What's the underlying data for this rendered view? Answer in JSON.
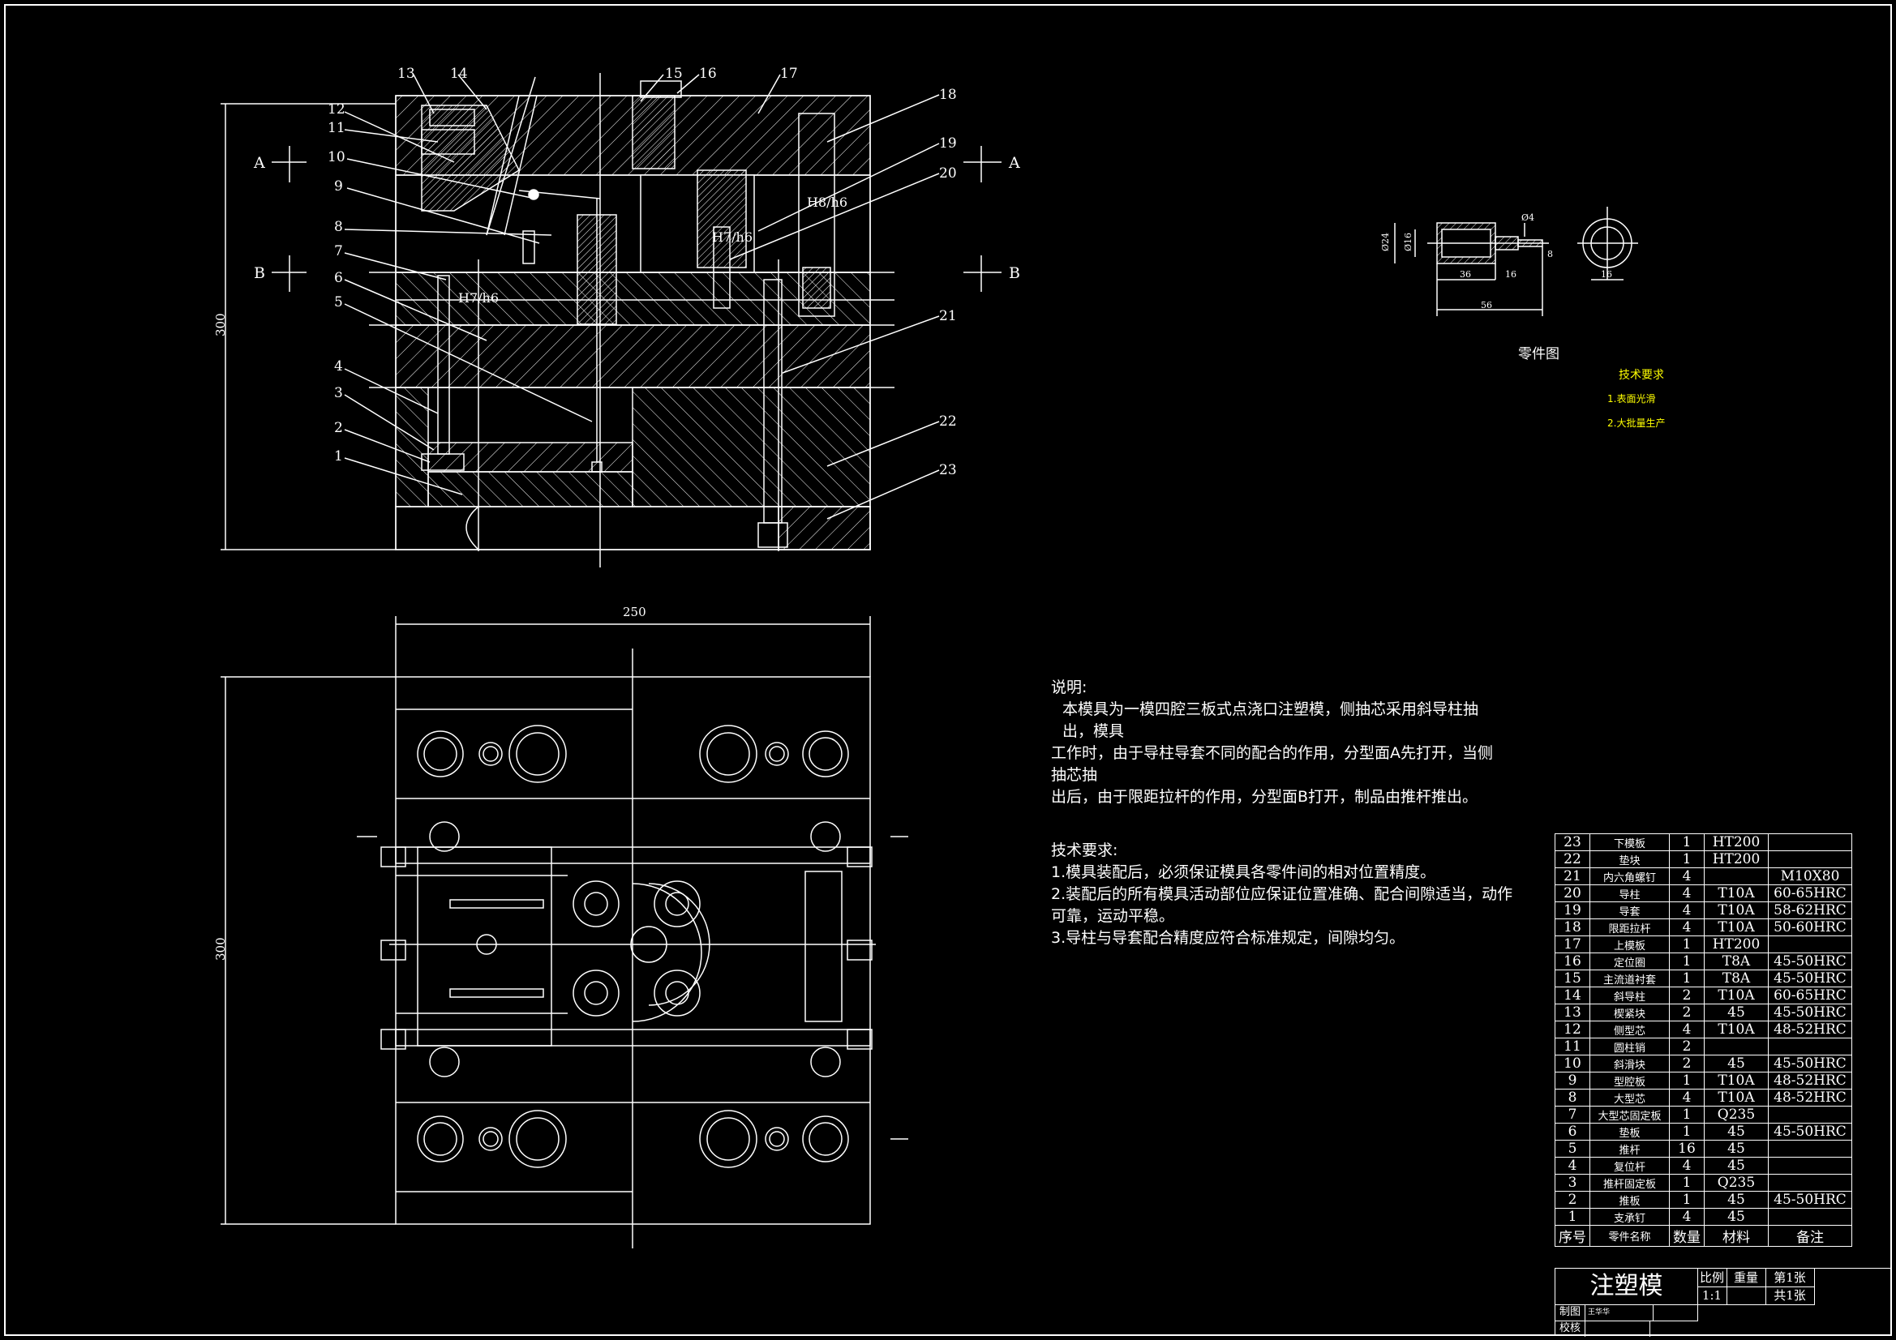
{
  "assembly": {
    "callouts": [
      "1",
      "2",
      "3",
      "4",
      "5",
      "6",
      "7",
      "8",
      "9",
      "10",
      "11",
      "12",
      "13",
      "14",
      "15",
      "16",
      "17",
      "18",
      "19",
      "20",
      "21",
      "22",
      "23"
    ],
    "fits": [
      "H7/h6",
      "H8/h6",
      "H7/h6"
    ],
    "section_marks": [
      "A",
      "A",
      "B",
      "B"
    ],
    "dim_height": "300"
  },
  "plan": {
    "dim_width": "250",
    "dim_height": "300"
  },
  "part": {
    "dims": [
      "Ø24",
      "Ø16",
      "Ø4",
      "36",
      "16",
      "8",
      "56",
      "16"
    ],
    "caption": "零件图",
    "tech_title": "技术要求",
    "tech_items": [
      "1.表面光滑",
      "2.大批量生产"
    ]
  },
  "notes": {
    "explain_title": "说明:",
    "explain_lines": [
      "本模具为一模四腔三板式点浇口注塑模，侧抽芯采用斜导柱抽出，模具",
      "工作时，由于导柱导套不同的配合的作用，分型面A先打开，当侧抽芯抽",
      "出后，由于限距拉杆的作用，分型面B打开，制品由推杆推出。"
    ],
    "tech_title": "技术要求:",
    "tech_lines": [
      "1.模具装配后，必须保证模具各零件间的相对位置精度。",
      "2.装配后的所有模具活动部位应保证位置准确、配合间隙适当，动作",
      "可靠，运动平稳。",
      "3.导柱与导套配合精度应符合标准规定，间隙均匀。"
    ]
  },
  "bom": {
    "rows": [
      [
        "23",
        "下模板",
        "1",
        "HT200",
        ""
      ],
      [
        "22",
        "垫块",
        "1",
        "HT200",
        ""
      ],
      [
        "21",
        "内六角螺钉",
        "4",
        "",
        "M10X80"
      ],
      [
        "20",
        "导柱",
        "4",
        "T10A",
        "60-65HRC"
      ],
      [
        "19",
        "导套",
        "4",
        "T10A",
        "58-62HRC"
      ],
      [
        "18",
        "限距拉杆",
        "4",
        "T10A",
        "50-60HRC"
      ],
      [
        "17",
        "上模板",
        "1",
        "HT200",
        ""
      ],
      [
        "16",
        "定位圈",
        "1",
        "T8A",
        "45-50HRC"
      ],
      [
        "15",
        "主流道衬套",
        "1",
        "T8A",
        "45-50HRC"
      ],
      [
        "14",
        "斜导柱",
        "2",
        "T10A",
        "60-65HRC"
      ],
      [
        "13",
        "楔紧块",
        "2",
        "45",
        "45-50HRC"
      ],
      [
        "12",
        "侧型芯",
        "4",
        "T10A",
        "48-52HRC"
      ],
      [
        "11",
        "圆柱销",
        "2",
        "",
        ""
      ],
      [
        "10",
        "斜滑块",
        "2",
        "45",
        "45-50HRC"
      ],
      [
        "9",
        "型腔板",
        "1",
        "T10A",
        "48-52HRC"
      ],
      [
        "8",
        "大型芯",
        "4",
        "T10A",
        "48-52HRC"
      ],
      [
        "7",
        "大型芯固定板",
        "1",
        "Q235",
        ""
      ],
      [
        "6",
        "垫板",
        "1",
        "45",
        "45-50HRC"
      ],
      [
        "5",
        "推杆",
        "16",
        "45",
        ""
      ],
      [
        "4",
        "复位杆",
        "4",
        "45",
        ""
      ],
      [
        "3",
        "推杆固定板",
        "1",
        "Q235",
        ""
      ],
      [
        "2",
        "推板",
        "1",
        "45",
        "45-50HRC"
      ],
      [
        "1",
        "支承钉",
        "4",
        "45",
        ""
      ]
    ],
    "header": [
      "序号",
      "零件名称",
      "数量",
      "材料",
      "备注"
    ]
  },
  "title_block": {
    "name": "注塑模",
    "scale_label": "比例",
    "weight_label": "重量",
    "sheet_label": "第1张",
    "scale_value": "1:1",
    "total_label": "共1张",
    "draw_label": "制图",
    "check_label": "校核",
    "designer": "王华华"
  }
}
